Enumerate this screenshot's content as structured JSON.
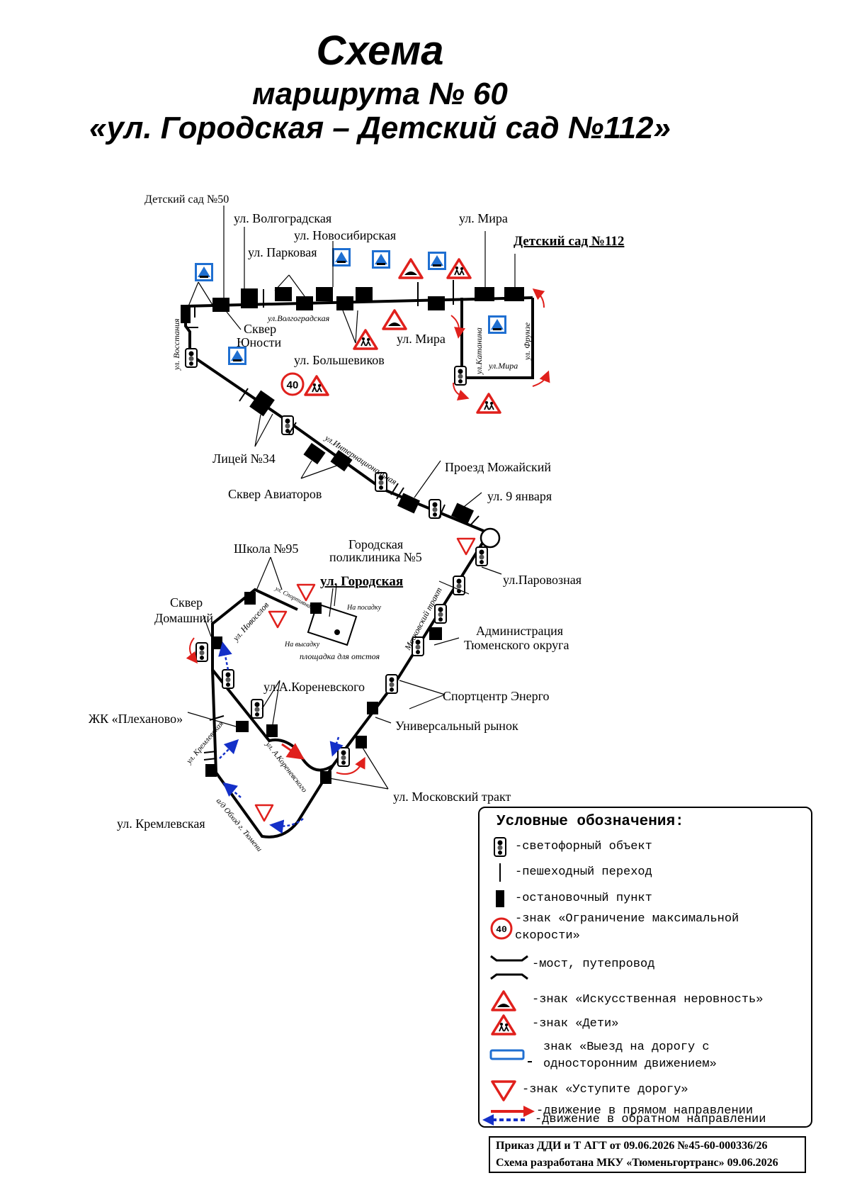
{
  "title": {
    "line1": "Схема",
    "line2": "маршрута № 60",
    "line3": "«ул. Городская – Детский сад №112»"
  },
  "map": {
    "stops": {
      "ds50": "Детский сад №50",
      "volgogradskaya": "ул. Волгоградская",
      "novosibirskaya": "ул. Новосибирская",
      "parkovaya": "ул. Парковая",
      "mira_top": "ул. Мира",
      "ds112": "Детский сад №112",
      "skver_yunosti_1": "Сквер",
      "skver_yunosti_2": "Юности",
      "mira_mid": "ул. Мира",
      "bolshevikov": "ул. Большевиков",
      "licey34": "Лицей №34",
      "skver_aviatorov": "Сквер Авиаторов",
      "proezd_mozhaysky": "Проезд Можайский",
      "yanvarya9": "ул. 9 января",
      "shkola95": "Школа №95",
      "poliklinika_1": "Городская",
      "poliklinika_2": "поликлиника №5",
      "gorodskaya": "ул. Городская",
      "parovoznaya": "ул.Паровозная",
      "skver_domashny_1": "Сквер",
      "skver_domashny_2": "Домашний",
      "administraciya_1": "Администрация",
      "administraciya_2": "Тюменского округа",
      "korenevskogo": "ул.А.Кореневского",
      "sportcentr": "Спортцентр Энерго",
      "plehanovo": "ЖК «Плеханово»",
      "rynok": "Универсальный рынок",
      "moskovsky": "ул. Московский тракт",
      "kremlevskaya": "ул. Кремлевская"
    },
    "streets": {
      "volgogradskaya": "ул.Волгоградская",
      "vosstaniya": "ул. Восстания",
      "katinina": "ул.Катанина",
      "mira": "ул.Мира",
      "frunze": "ул. Фрунзе",
      "internacionalnaya": "ул.Интернациональная",
      "moskovsky_trakt": "Московский тракт",
      "novoselov": "ул. Новоселов",
      "sportivnaya": "ул. Спортивная",
      "kremlevskaya": "ул. Кремлевская",
      "korenevskogo": "ул. А.Кореневского",
      "obhod": "а/д Обход г. Тюмени"
    },
    "depot": {
      "posadka": "На посадку",
      "vysadka": "На высадку",
      "otstoy": "площадка для отстоя"
    },
    "speed_limit": "40"
  },
  "legend": {
    "title": "Условные обозначения:",
    "items": [
      {
        "text": "-светофорный объект"
      },
      {
        "text": "-пешеходный переход"
      },
      {
        "text": "-остановочный пункт"
      },
      {
        "text": "-знак «Ограничение максимальной",
        "text2": "скорости»",
        "icon_text": "40"
      },
      {
        "text": "-мост, путепровод"
      },
      {
        "text": "-знак «Искусственная неровность»"
      },
      {
        "text": "-знак «Дети»"
      },
      {
        "text": "знак «Выезд на дорогу с",
        "text2": "односторонним движением»"
      },
      {
        "text": "-знак «Уступите дорогу»"
      },
      {
        "text": "-движение в прямом направлении"
      },
      {
        "text": "-движение в обратном направлении"
      }
    ]
  },
  "footer": {
    "line1": "Приказ ДДИ и Т АГТ от 09.06.2026 №45-60-000336/26",
    "line2": "Схема разработана МКУ «Тюменьгортранс» 09.06.2026"
  },
  "colors": {
    "route": "#000000",
    "sign_red": "#e0201c",
    "sign_blue": "#1f6fd1",
    "forward": "#e0201c",
    "backward": "#1430c8"
  }
}
